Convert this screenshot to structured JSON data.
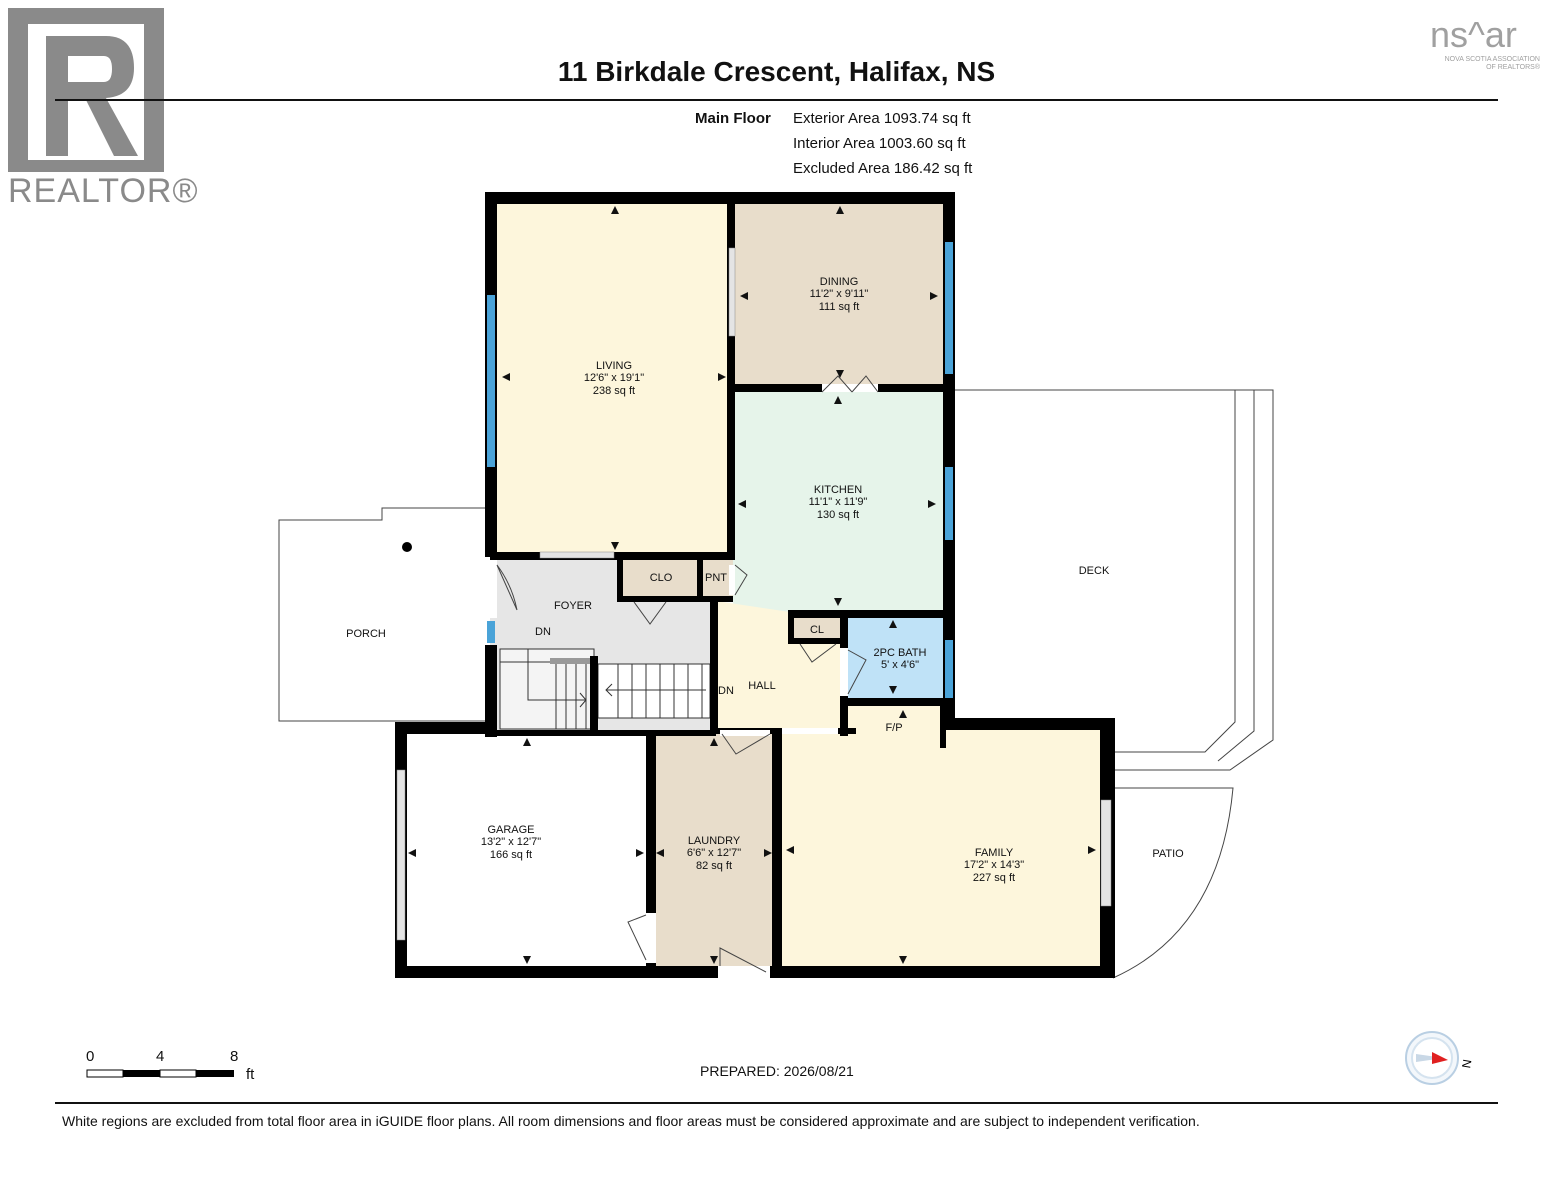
{
  "header": {
    "title": "11 Birkdale Crescent, Halifax, NS",
    "realtor_logo_text": "REALTOR®",
    "nsar_logo_text": "ns^ar",
    "nsar_sub": "NOVA SCOTIA ASSOCIATION OF REALTORS®"
  },
  "summary": {
    "floor": "Main Floor",
    "exterior": "Exterior Area 1093.74 sq ft",
    "interior": "Interior Area 1003.60 sq ft",
    "excluded": "Excluded Area 186.42 sq ft"
  },
  "rooms": {
    "living": {
      "name": "LIVING",
      "dims": "12'6\" x 19'1\"",
      "area": "238 sq ft"
    },
    "dining": {
      "name": "DINING",
      "dims": "11'2\" x 9'11\"",
      "area": "111 sq ft"
    },
    "kitchen": {
      "name": "KITCHEN",
      "dims": "11'1\" x 11'9\"",
      "area": "130 sq ft"
    },
    "bath": {
      "name": "2PC BATH",
      "dims": "5' x 4'6\""
    },
    "garage": {
      "name": "GARAGE",
      "dims": "13'2\" x 12'7\"",
      "area": "166 sq ft"
    },
    "laundry": {
      "name": "LAUNDRY",
      "dims": "6'6\" x 12'7\"",
      "area": "82 sq ft"
    },
    "family": {
      "name": "FAMILY",
      "dims": "17'2\" x 14'3\"",
      "area": "227 sq ft"
    },
    "foyer": "FOYER",
    "hall": "HALL",
    "clo": "CLO",
    "pnt": "PNT",
    "cl": "CL",
    "fp": "F/P",
    "dn1": "DN",
    "dn2": "DN",
    "porch": "PORCH",
    "deck": "DECK",
    "patio": "PATIO"
  },
  "scale": {
    "labels": [
      "0",
      "4",
      "8"
    ],
    "unit": "ft"
  },
  "prepared": "PREPARED: 2026/08/21",
  "disclaimer": "White regions are excluded from total floor area in iGUIDE floor plans. All room dimensions and floor areas must be considered approximate and are subject to independent verification.",
  "compass_label": "N",
  "colors": {
    "living": "#fdf6dc",
    "dining": "#e8ddcb",
    "kitchen": "#e6f4ea",
    "bath": "#bfe2f7",
    "foyer": "#e6e6e6",
    "hall": "#fdf6dc",
    "laundry": "#e8ddcb",
    "family": "#fdf6dc",
    "closet": "#e8ddcb",
    "window": "#4aa3d8",
    "wall": "#000000"
  }
}
